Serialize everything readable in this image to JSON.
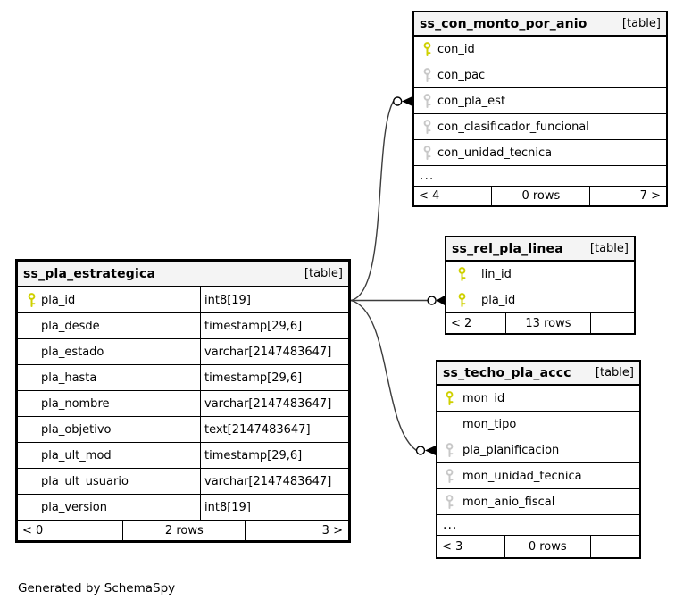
{
  "note": "Generated by SchemaSpy",
  "colors": {
    "primary_key_icon": "#cfd000",
    "foreign_key_icon": "#c8c8c8",
    "table_header_bg": "#f4f4f4",
    "relationship_line": "#3d3d3d"
  },
  "icons": {
    "primary_key": "key-icon-yellow",
    "foreign_key": "key-icon-gray",
    "relationship_end": "open-circle-with-arrowhead"
  },
  "tables": {
    "con_monto_por_anio": {
      "name": "ss_con_monto_por_anio",
      "badge": "[table]",
      "columns": [
        {
          "name": "con_id",
          "key": "primary"
        },
        {
          "name": "con_pac",
          "key": "foreign"
        },
        {
          "name": "con_pla_est",
          "key": "foreign"
        },
        {
          "name": "con_clasificador_funcional",
          "key": "foreign"
        },
        {
          "name": "con_unidad_tecnica",
          "key": "foreign"
        }
      ],
      "ellipsis": "...",
      "footer": {
        "prev": "< 4",
        "rows": "0 rows",
        "next": "7 >"
      }
    },
    "rel_pla_linea": {
      "name": "ss_rel_pla_linea",
      "badge": "[table]",
      "columns": [
        {
          "name": "lin_id",
          "key": "primary"
        },
        {
          "name": "pla_id",
          "key": "primary"
        }
      ],
      "footer": {
        "prev": "< 2",
        "rows": "13 rows",
        "next": ""
      }
    },
    "techo_pla_accc": {
      "name": "ss_techo_pla_accc",
      "badge": "[table]",
      "columns": [
        {
          "name": "mon_id",
          "key": "primary"
        },
        {
          "name": "mon_tipo",
          "key": "none"
        },
        {
          "name": "pla_planificacion",
          "key": "foreign"
        },
        {
          "name": "mon_unidad_tecnica",
          "key": "foreign"
        },
        {
          "name": "mon_anio_fiscal",
          "key": "foreign"
        }
      ],
      "ellipsis": "...",
      "footer": {
        "prev": "< 3",
        "rows": "0 rows",
        "next": ""
      }
    },
    "pla_estrategica": {
      "name": "ss_pla_estrategica",
      "badge": "[table]",
      "columns": [
        {
          "name": "pla_id",
          "type": "int8[19]",
          "key": "primary"
        },
        {
          "name": "pla_desde",
          "type": "timestamp[29,6]",
          "key": "none"
        },
        {
          "name": "pla_estado",
          "type": "varchar[2147483647]",
          "key": "none"
        },
        {
          "name": "pla_hasta",
          "type": "timestamp[29,6]",
          "key": "none"
        },
        {
          "name": "pla_nombre",
          "type": "varchar[2147483647]",
          "key": "none"
        },
        {
          "name": "pla_objetivo",
          "type": "text[2147483647]",
          "key": "none"
        },
        {
          "name": "pla_ult_mod",
          "type": "timestamp[29,6]",
          "key": "none"
        },
        {
          "name": "pla_ult_usuario",
          "type": "varchar[2147483647]",
          "key": "none"
        },
        {
          "name": "pla_version",
          "type": "int8[19]",
          "key": "none"
        }
      ],
      "footer": {
        "prev": "< 0",
        "rows": "2 rows",
        "next": "3 >"
      }
    }
  },
  "relationships": [
    {
      "from": "ss_pla_estrategica.pla_id",
      "to": "ss_con_monto_por_anio.con_pla_est"
    },
    {
      "from": "ss_pla_estrategica.pla_id",
      "to": "ss_rel_pla_linea.pla_id"
    },
    {
      "from": "ss_pla_estrategica.pla_id",
      "to": "ss_techo_pla_accc.pla_planificacion"
    }
  ]
}
